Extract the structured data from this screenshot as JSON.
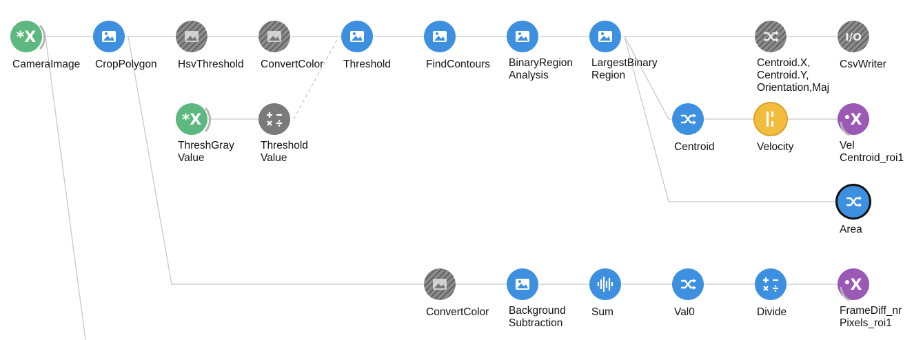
{
  "colors": {
    "image_blue": "#3d8fe0",
    "transform_blue": "#3d8fe0",
    "source_green": "#5cb87f",
    "sink_purple": "#9b59b6",
    "condition_yellow": "#f2bd3c",
    "disabled_gray": "#7a7a7a",
    "edge_gray": "#c8c8c8"
  },
  "nodes": {
    "camera_image": {
      "label": "CameraImage",
      "icon": "variable-icon"
    },
    "crop_polygon": {
      "label": "CropPolygon",
      "icon": "image-icon"
    },
    "hsv_threshold": {
      "label": "HsvThreshold",
      "icon": "image-icon"
    },
    "convert_color_1": {
      "label": "ConvertColor",
      "icon": "image-icon"
    },
    "threshold": {
      "label": "Threshold",
      "icon": "image-icon"
    },
    "find_contours": {
      "label": "FindContours",
      "icon": "image-icon"
    },
    "binary_region_analysis": {
      "label": "BinaryRegion\nAnalysis",
      "icon": "image-icon"
    },
    "largest_binary_region": {
      "label": "LargestBinary\nRegion",
      "icon": "image-icon"
    },
    "centroid_fields": {
      "label": "Centroid.X,\nCentroid.Y,\nOrientation,Maj",
      "icon": "shuffle-icon"
    },
    "csv_writer": {
      "label": "CsvWriter",
      "icon": "io-icon"
    },
    "thresh_gray_value": {
      "label": "ThreshGray\nValue",
      "icon": "variable-icon"
    },
    "threshold_value": {
      "label": "Threshold\nValue",
      "icon": "calculator-icon"
    },
    "centroid": {
      "label": "Centroid",
      "icon": "shuffle-icon"
    },
    "velocity": {
      "label": "Velocity",
      "icon": "condition-icon"
    },
    "vel_centroid_roi1": {
      "label": "Vel\nCentroid_roi1",
      "icon": "subject-icon"
    },
    "area": {
      "label": "Area",
      "icon": "shuffle-icon"
    },
    "convert_color_2": {
      "label": "ConvertColor",
      "icon": "image-icon"
    },
    "background_subtraction": {
      "label": "Background\nSubtraction",
      "icon": "image-icon"
    },
    "sum": {
      "label": "Sum",
      "icon": "waveform-icon"
    },
    "val0": {
      "label": "Val0",
      "icon": "shuffle-icon"
    },
    "divide": {
      "label": "Divide",
      "icon": "calculator-icon"
    },
    "framediff_nr_pixels_roi1": {
      "label": "FrameDiff_nr\nPixels_roi1",
      "icon": "subject-icon"
    }
  }
}
